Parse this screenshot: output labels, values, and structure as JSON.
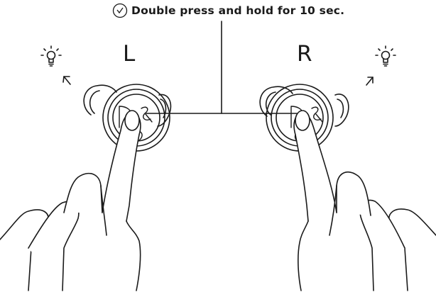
{
  "caption": {
    "icon": "clock-icon",
    "text": "Double press and hold for 10 sec."
  },
  "earbuds": {
    "left": {
      "label": "L",
      "logo": "B&O"
    },
    "right": {
      "label": "R",
      "logo": "B&O"
    }
  },
  "indicator": {
    "icon": "lightbulb-icon"
  },
  "colors": {
    "line": "#1a1a1a",
    "background": "#ffffff"
  }
}
